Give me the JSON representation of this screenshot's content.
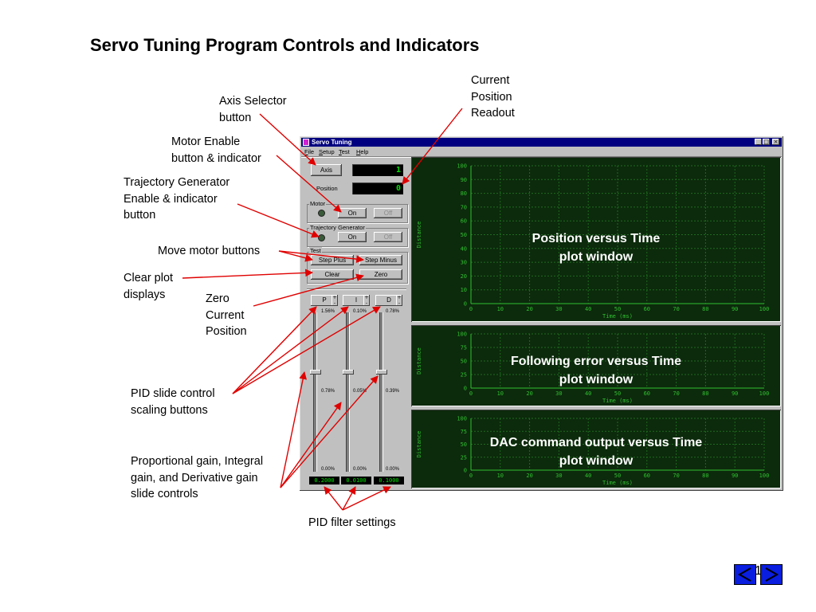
{
  "slide": {
    "title": "Servo Tuning Program Controls and Indicators",
    "page_number": "17"
  },
  "callouts": {
    "axis_selector": "Axis Selector\nbutton",
    "current_position": "Current\nPosition\nReadout",
    "motor_enable": "Motor Enable\nbutton & indicator",
    "trajectory": "Trajectory Generator\nEnable & indicator\nbutton",
    "move_motor": "Move motor buttons",
    "clear_plot": "Clear plot\ndisplays",
    "zero_position": "Zero\nCurrent\nPosition",
    "pid_scaling": "PID slide control\nscaling buttons",
    "gain_sliders": "Proportional gain, Integral\ngain, and Derivative gain\nslide controls",
    "pid_filter": "PID filter settings"
  },
  "window": {
    "title": "Servo Tuning",
    "caption_buttons": {
      "minimize": "_",
      "maximize": "□",
      "close": "×"
    },
    "menu": [
      "File",
      "Setup",
      "Test",
      "Help"
    ]
  },
  "panel": {
    "axis_button": "Axis",
    "axis_value": "1",
    "position_label": "Position",
    "position_value": "0",
    "motor_group": "Motor",
    "motor_on": "On",
    "motor_off": "Off",
    "trajectory_group": "Trajectory Generator",
    "traj_on": "On",
    "traj_off": "Off",
    "test_group": "Test",
    "step_plus": "Step Plus",
    "step_minus": "Step Minus",
    "clear": "Clear",
    "zero": "Zero"
  },
  "pid": [
    {
      "name": "P",
      "top_label": "1.56%",
      "mid_label": "0.78%",
      "bottom_label": "0.00%",
      "value": "0.2000",
      "level": 0.5
    },
    {
      "name": "I",
      "top_label": "0.10%",
      "mid_label": "0.05%",
      "bottom_label": "0.00%",
      "value": "0.0100",
      "level": 0.5
    },
    {
      "name": "D",
      "top_label": "0.78%",
      "mid_label": "0.39%",
      "bottom_label": "0.00%",
      "value": "0.1000",
      "level": 0.5
    }
  ],
  "pid_spin_up": "+",
  "pid_spin_down": "-",
  "chart_data": [
    {
      "type": "line",
      "title": "Position versus Time\nplot window",
      "xlabel": "Time (ms)",
      "ylabel": "Distance",
      "x_ticks": [
        0,
        10,
        20,
        30,
        40,
        50,
        60,
        70,
        80,
        90,
        100
      ],
      "y_ticks": [
        0,
        10,
        20,
        30,
        40,
        50,
        60,
        70,
        80,
        90,
        100
      ],
      "xlim": [
        0,
        100
      ],
      "ylim": [
        0,
        100
      ],
      "grid": true,
      "series": []
    },
    {
      "type": "line",
      "title": "Following error versus Time\nplot window",
      "xlabel": "Time (ms)",
      "ylabel": "Distance",
      "x_ticks": [
        0,
        10,
        20,
        30,
        40,
        50,
        60,
        70,
        80,
        90,
        100
      ],
      "y_ticks": [
        0,
        25,
        50,
        75,
        100
      ],
      "xlim": [
        0,
        100
      ],
      "ylim": [
        0,
        100
      ],
      "grid": true,
      "series": []
    },
    {
      "type": "line",
      "title": "DAC command output versus Time\nplot window",
      "xlabel": "Time (ms)",
      "ylabel": "Distance",
      "x_ticks": [
        0,
        10,
        20,
        30,
        40,
        50,
        60,
        70,
        80,
        90,
        100
      ],
      "y_ticks": [
        0,
        25,
        50,
        75,
        100
      ],
      "xlim": [
        0,
        100
      ],
      "ylim": [
        0,
        100
      ],
      "grid": true,
      "series": []
    }
  ],
  "colors": {
    "arrow": "#e00000",
    "plot_bg": "#0c2a0c",
    "grid": "#1f6a1f",
    "axis_text": "#30c030",
    "nav_button": "#0a1ee0"
  }
}
